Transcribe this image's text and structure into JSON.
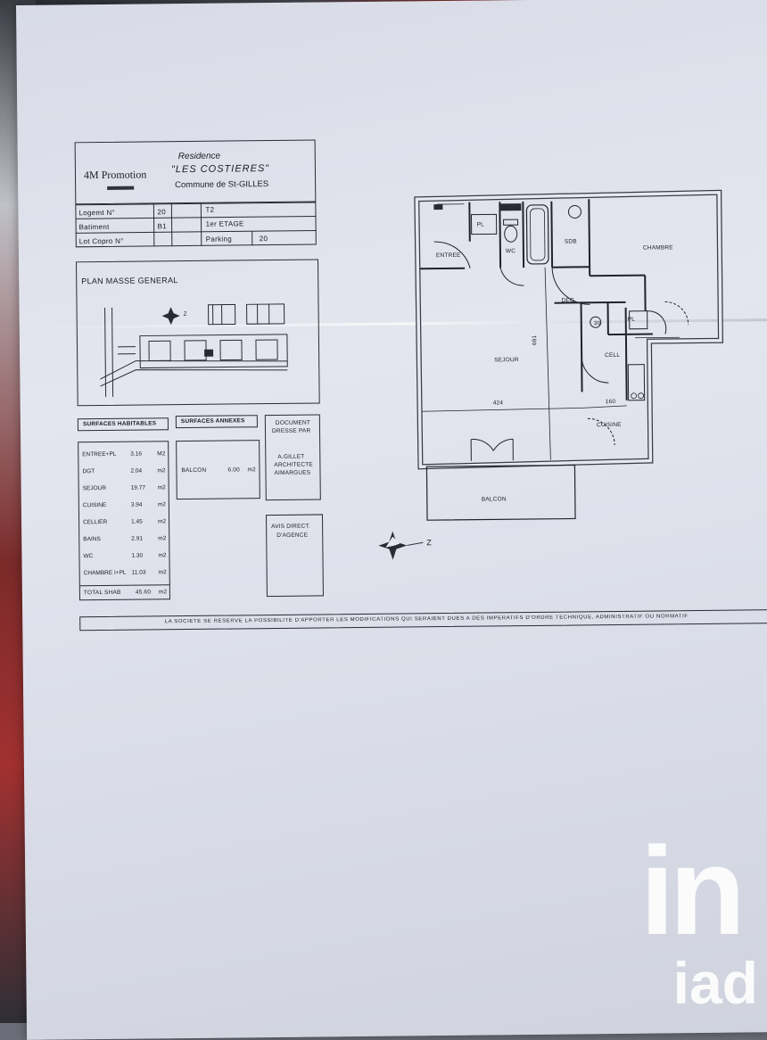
{
  "header": {
    "company": "4M Promotion",
    "residence_label": "Residence",
    "residence_name": "\"LES COSTIERES\"",
    "commune": "Commune de St-GILLES"
  },
  "info_table": {
    "logement_label": "Logemt N°",
    "logement_value": "20",
    "type": "T2",
    "batiment_label": "Batiment",
    "batiment_value": "B1",
    "etage": "1er ETAGE",
    "lot_label": "Lot Copro N°",
    "lot_value": "",
    "parking_label": "Parking",
    "parking_value": "20"
  },
  "plan_masse": {
    "title": "PLAN MASSE GENERAL",
    "north": "Z"
  },
  "surfaces_habitables": {
    "title": "SURFACES HABITABLES",
    "rows": [
      {
        "name": "ENTREE+PL",
        "value": "3.16",
        "unit": "M2"
      },
      {
        "name": "DGT",
        "value": "2.04",
        "unit": "m2"
      },
      {
        "name": "SEJOUR",
        "value": "19.77",
        "unit": "m2"
      },
      {
        "name": "CUISINE",
        "value": "3.94",
        "unit": "m2"
      },
      {
        "name": "CELLIER",
        "value": "1.45",
        "unit": "m2"
      },
      {
        "name": "BAINS",
        "value": "2.91",
        "unit": "m2"
      },
      {
        "name": "WC",
        "value": "1.30",
        "unit": "m2"
      },
      {
        "name": "CHAMBRE I+PL",
        "value": "11.03",
        "unit": "m2"
      }
    ],
    "total_label": "TOTAL SHAB",
    "total_value": "45.60",
    "total_unit": "m2"
  },
  "surfaces_annexes": {
    "title": "SURFACES ANNEXES",
    "balcon_name": "BALCON",
    "balcon_value": "6.00",
    "balcon_unit": "m2"
  },
  "document": {
    "title_line1": "DOCUMENT",
    "title_line2": "DRESSE PAR",
    "author_line1": "A.GILLET",
    "author_line2": "ARCHITECTE",
    "author_line3": "AIMARGUES"
  },
  "avis": {
    "line1": "AVIS DIRECT.",
    "line2": "D'AGENCE"
  },
  "floor_plan": {
    "rooms": {
      "entree": "ENTREE",
      "pl1": "PL",
      "wc": "WC",
      "sdb": "SDB",
      "chambre": "CHAMBRE",
      "deg": "DEG",
      "pl2": "PL",
      "sejour": "SEJOUR",
      "cell": "CELL",
      "cuisine": "CUISINE",
      "balcon": "BALCON"
    },
    "dimensions": {
      "depth": "691",
      "width": "424",
      "short": "160",
      "round": "30"
    },
    "north": "Z"
  },
  "footer_note": "LA SOCIETE SE RESERVE LA POSSIBILITE D'APPORTER LES MODIFICATIONS QUI SERAIENT DUES A DES IMPERATIFS D'ORDRE TECHNIQUE, ADMINISTRATIF OU NORMATIF",
  "watermark": {
    "line1": "in",
    "line2": "iad",
    "color": "#ffffff"
  }
}
